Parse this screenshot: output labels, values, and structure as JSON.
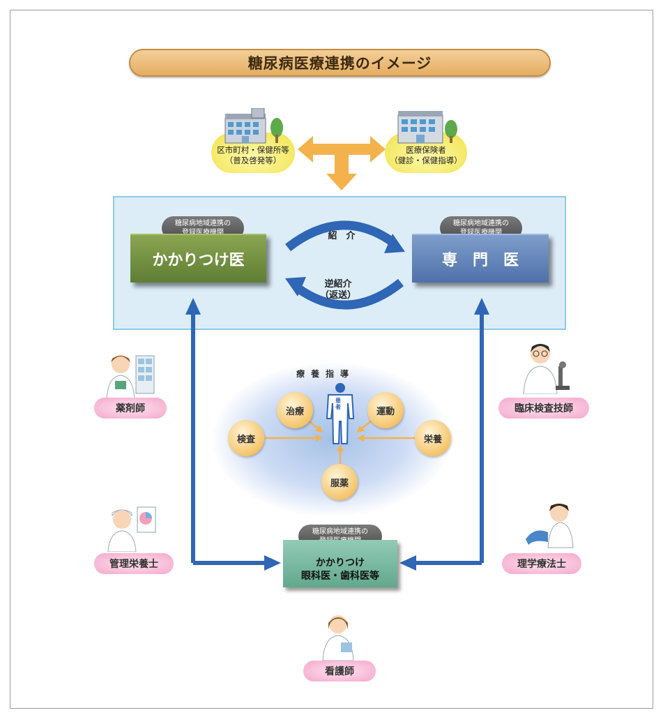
{
  "title": "糖尿病医療連携のイメージ",
  "top_left": {
    "line1": "区市町村・保健所等",
    "line2": "（普及啓発等）"
  },
  "top_right": {
    "line1": "医療保険者",
    "line2": "（健診・保健指導）"
  },
  "badge_text": {
    "line1": "糖尿病地域連携の",
    "line2": "登録医療機関"
  },
  "primary_doctor": "かかりつけ医",
  "specialist": "専　門　医",
  "referral": "紹　介",
  "reverse_referral": {
    "line1": "逆紹介",
    "line2": "（返送）"
  },
  "guidance": "療養指導",
  "patient": "患者",
  "care_items": {
    "exam": "検査",
    "treatment": "治療",
    "exercise": "運動",
    "nutrition": "栄養",
    "medication": "服薬"
  },
  "bottom_box": {
    "line1": "かかりつけ",
    "line2": "眼科医・歯科医等"
  },
  "roles": {
    "pharmacist": "薬剤師",
    "lab_technician": "臨床検査技師",
    "dietitian": "管理栄養士",
    "physical_therapist": "理学療法士",
    "nurse": "看護師"
  },
  "colors": {
    "primary_doctor_box": "#6b8a3c",
    "specialist_box": "#5c7fb7",
    "arrow_blue": "#2f66b5",
    "arrow_orange": "#f3b24c",
    "panel": "#dcedf8"
  }
}
